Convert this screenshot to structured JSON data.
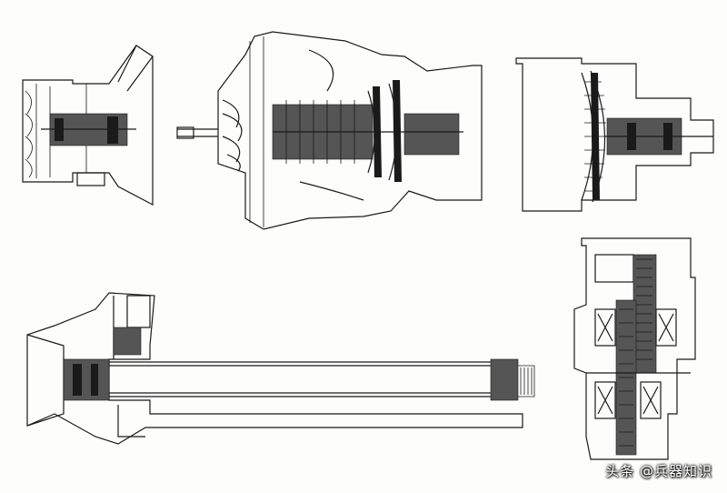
{
  "watermark": {
    "text": "头条 @兵器知识"
  },
  "figures": [
    {
      "id": "inlet-compressor"
    },
    {
      "id": "turboshaft-core"
    },
    {
      "id": "power-turbine"
    },
    {
      "id": "output-shaft"
    },
    {
      "id": "reduction-gearbox"
    }
  ]
}
